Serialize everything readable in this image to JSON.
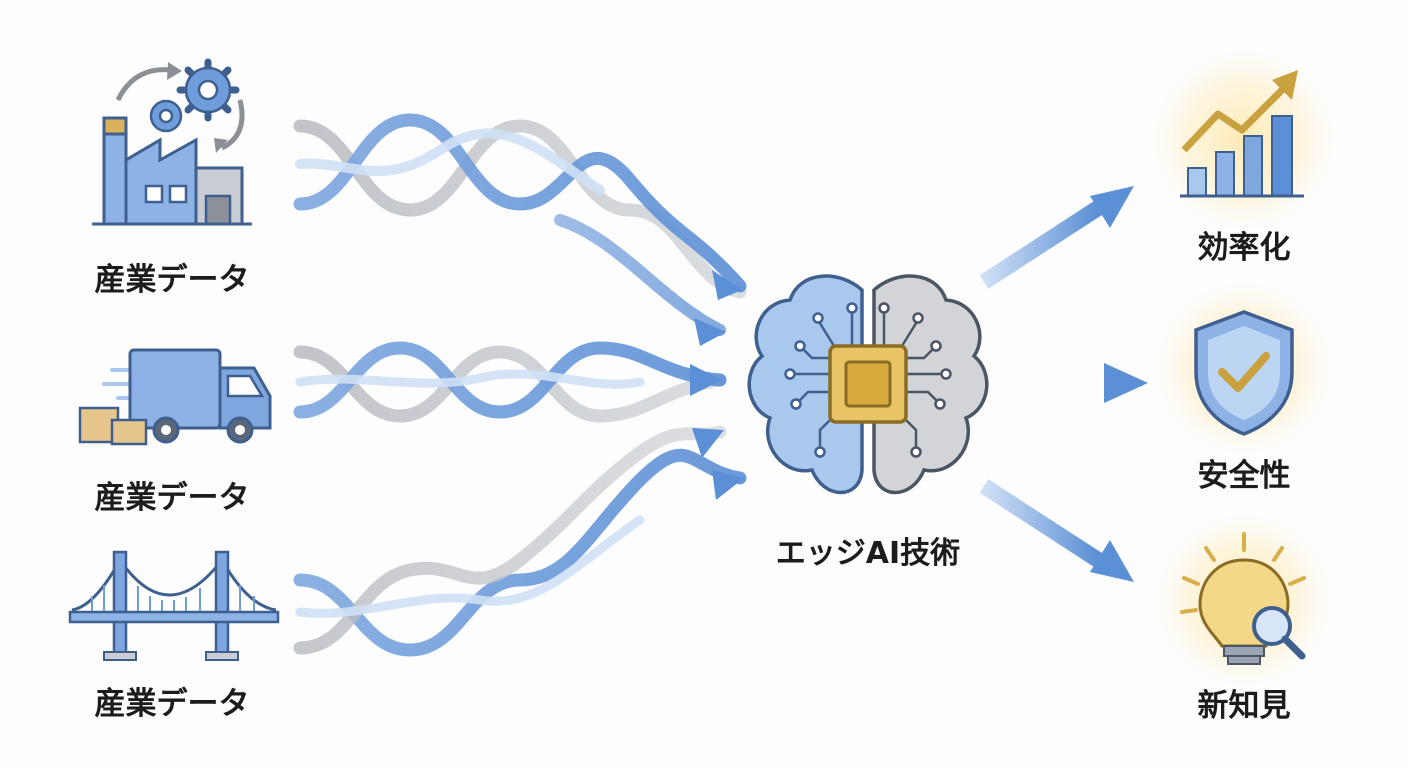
{
  "sources": [
    {
      "label": "産業データ",
      "icon": "factory-icon"
    },
    {
      "label": "産業データ",
      "icon": "delivery-truck-icon"
    },
    {
      "label": "産業データ",
      "icon": "suspension-bridge-icon"
    }
  ],
  "center": {
    "label": "エッジAI技術",
    "icon": "brain-chip-icon"
  },
  "outputs": [
    {
      "label": "効率化",
      "icon": "growth-chart-icon"
    },
    {
      "label": "安全性",
      "icon": "shield-check-icon"
    },
    {
      "label": "新知見",
      "icon": "lightbulb-magnifier-icon"
    }
  ],
  "colors": {
    "blue": "#5b8fd6",
    "light_blue": "#a9c8ee",
    "gray": "#b5b8bd",
    "gold": "#d8b04a",
    "glow": "#fbe9b8",
    "text": "#1c1c1c"
  }
}
